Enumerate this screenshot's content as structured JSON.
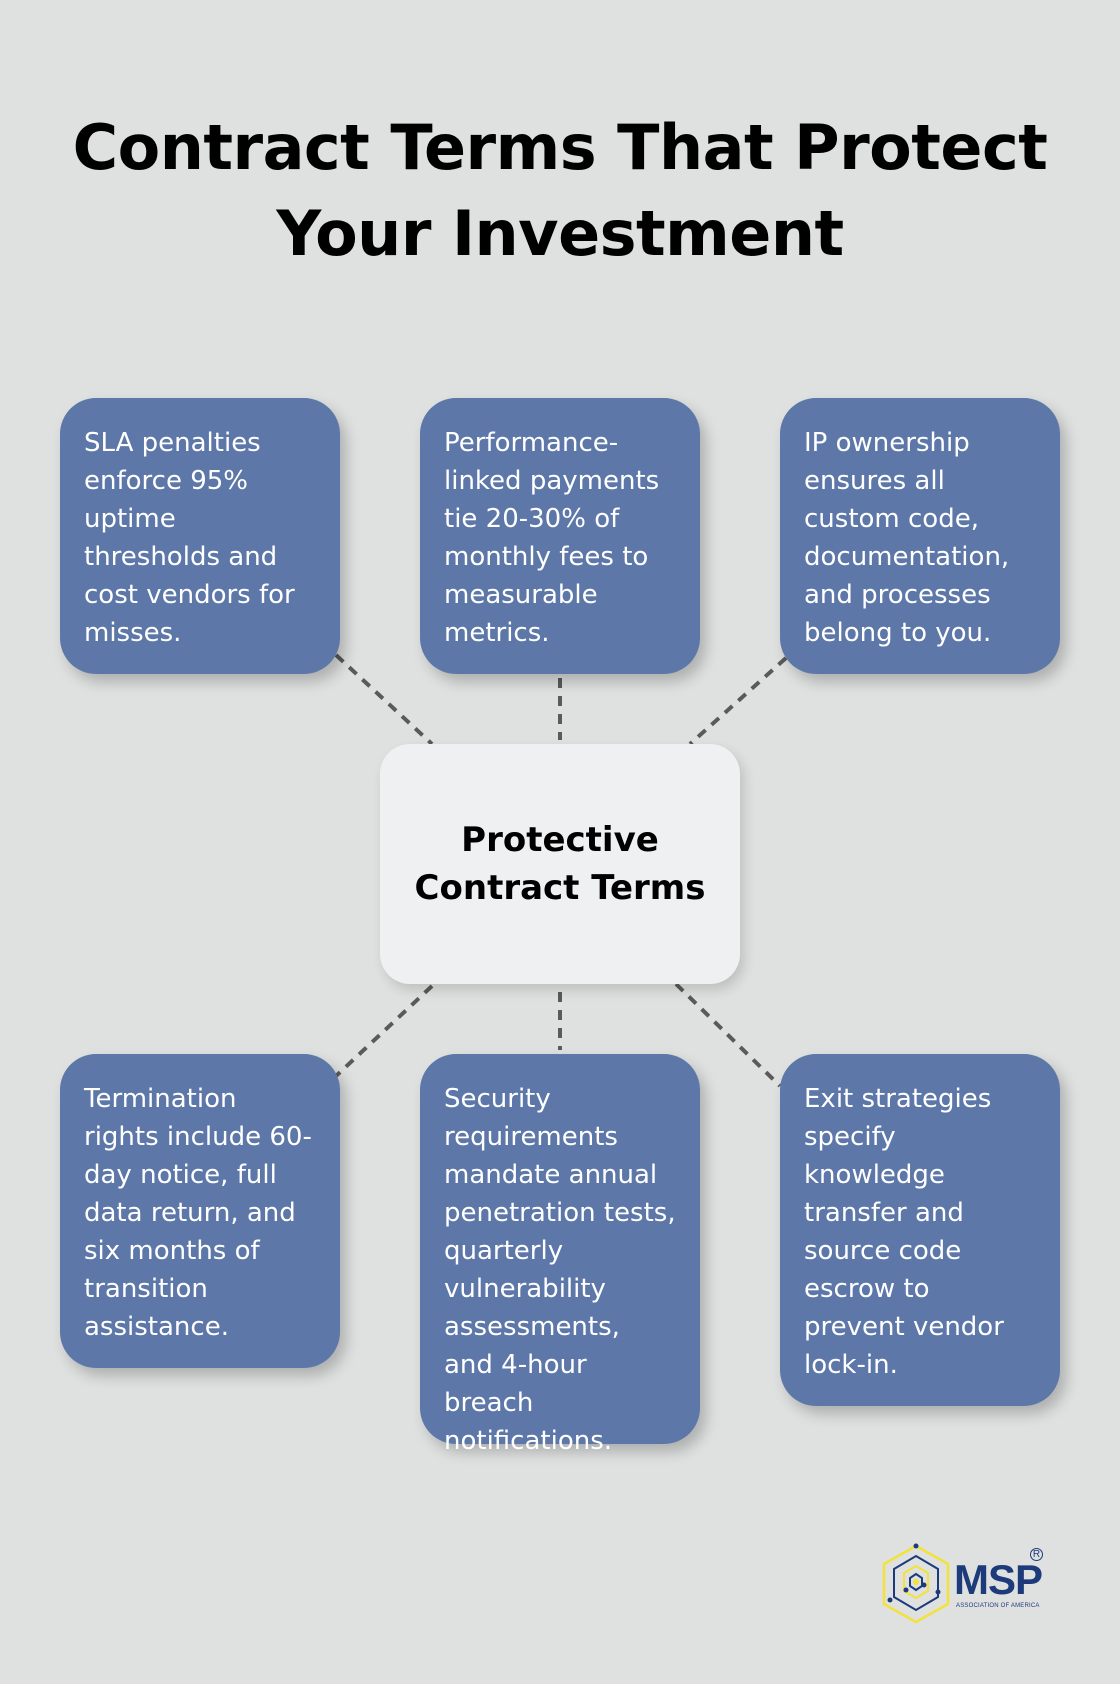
{
  "title": {
    "line1": "Contract Terms That Protect",
    "line2": "Your Investment"
  },
  "center": {
    "line1": "Protective",
    "line2": "Contract Terms"
  },
  "items": [
    {
      "text": "SLA penalties enforce 95% uptime thresholds and cost vendors for misses."
    },
    {
      "text": "Performance-linked payments tie 20-30% of monthly fees to measurable metrics."
    },
    {
      "text": "IP ownership ensures all custom code, documentation, and processes belong to you."
    },
    {
      "text": "Termination rights include 60-day notice, full data return, and six months of transition assistance."
    },
    {
      "text": "Security requirements mandate annual penetration tests, quarterly vulnerability assessments, and 4-hour breach notifications."
    },
    {
      "text": "Exit strategies specify knowledge transfer and source code escrow to prevent vendor lock-in."
    }
  ],
  "logo": {
    "name": "MSP",
    "subtitle": "ASSOCIATION OF AMERICA",
    "registered": "R"
  },
  "colors": {
    "background": "#dfe1e0",
    "card": "#5d77a8",
    "center_card": "#eff0f2",
    "connector": "#5a5a5a",
    "logo_blue": "#1d3a7a",
    "logo_yellow": "#f2e23a"
  }
}
